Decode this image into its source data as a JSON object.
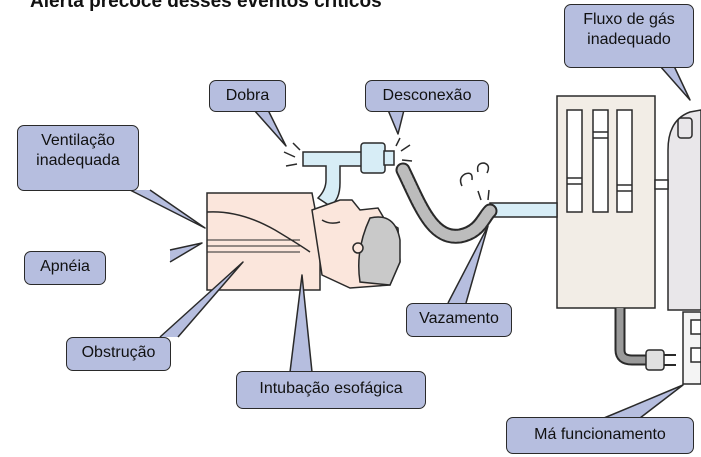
{
  "title": "Alerta precoce desses eventos críticos",
  "callouts": {
    "dobra": "Dobra",
    "desconexao": "Desconexão",
    "fluxo_line1": "Fluxo de gás",
    "fluxo_line2": "inadequado",
    "ventilacao_line1": "Ventilação",
    "ventilacao_line2": "inadequada",
    "apneia": "Apnéia",
    "vazamento": "Vazamento",
    "obstrucao": "Obstrução",
    "intubacao": "Intubação esofágica",
    "mal_funcionamento": "Má funcionamento"
  },
  "colors": {
    "callout_fill": "#b6bedf",
    "tube_fill": "#d7edf6",
    "machine_fill": "#f2ede6",
    "skin_fill": "#fbe6dc",
    "hair_fill": "#c9c9c9",
    "outline": "#2a2a2a"
  },
  "icons": [
    "anesthesia-machine-icon",
    "gas-cylinder-icon",
    "breathing-circuit-icon",
    "patient-head-icon",
    "power-plug-icon"
  ]
}
